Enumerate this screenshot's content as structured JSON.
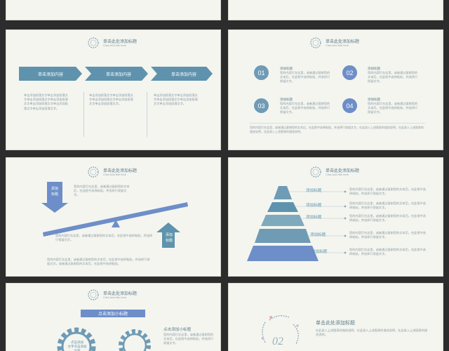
{
  "header": {
    "title": "单击此处添加标题",
    "subtitle": "Click Add title here"
  },
  "slide3": {
    "arrows": [
      "单击添加内容",
      "单击添加内容",
      "单击添加内容"
    ],
    "cols": [
      "单击添加段落文字单击添加段落文字单击添加段落文字单击添加段落文字单击添加段落文字单击添加段落文字单击添加段落文字。",
      "单击添加段落文字单击添加段落文字单击添加段落文字单击添加段落文字单击添加段落文字。",
      "单击添加段落文字单击添加段落文字单击添加段落文字单击添加段落文字单击添加段落文字。"
    ]
  },
  "slide4": {
    "items": [
      {
        "num": "01",
        "title": "添加标题",
        "text": "您的内容打在这里，或者通过复制您的文本后，在此框中选择粘贴，并选择只保留文字。"
      },
      {
        "num": "02",
        "title": "添加标题",
        "text": "您的内容打在这里，或者通过复制您的文本后，在此框中选择粘贴，并选择只保留文字。"
      },
      {
        "num": "03",
        "title": "添加标题",
        "text": "您的内容打在这里，或者通过复制您的文本后，在此框中选择粘贴，并选择只保留文字。"
      },
      {
        "num": "04",
        "title": "添加标题",
        "text": "您的内容打在这里，或者通过复制您的文本后，在此框中选择粘贴，并选择只保留文字。"
      }
    ],
    "footer": "您的内容打在这里，或者通过复制您的文本后，在此框中选择粘贴，并选择只保留文字。在此录入上述图表的描述说明，在此录入上述图表的描述说明，在此录入上述图表的描述说明。"
  },
  "slide5": {
    "label_down": "添加标题",
    "label_up": "添加标题",
    "text_top": "您的内容打在这里，或者通过复制您的文本后，在此框中选择粘贴，并选择只保留文字。",
    "text_mid": "您的内容打在这里，或者通过复制您的文本后，在此框中选择粘贴，并选择只保留文字。",
    "text_bottom": "您的内容打在这里，或者通过复制您的文本后，在此框中选择粘贴，并选择只保留文字。或者通过复制您的文本后，在此框中选择粘贴。"
  },
  "slide6": {
    "items": [
      {
        "title": "添加标题",
        "text": "您的内容打在这里，或者通过复制您的文本后，在此框中选择粘贴，并选择只保留文字。"
      },
      {
        "title": "添加标题",
        "text": "您的内容打在这里，或者通过复制您的文本后，在此框中选择粘贴，并选择只保留文字。"
      },
      {
        "title": "添加标题",
        "text": "您的内容打在这里，或者通过复制您的文本后，在此框中选择粘贴，并选择只保留文字。"
      },
      {
        "title": "添加标题",
        "text": "您的内容打在这里，或者通过复制您的文本后，在此框中选择粘贴，并选择只保留文字。"
      },
      {
        "title": "添加标题",
        "text": "您的内容打在这里，或者通过复制您的文本后，在此框中选择粘贴，并选择只保留文字。"
      }
    ]
  },
  "slide7": {
    "badge": "点击添加小标题",
    "gear1": "点击添加\n文字点击添加\n文字",
    "side_title": "点击添加小标题",
    "side_text": "您的内容打在这里，或者通过复制您的文本后，在此框中选择粘贴，并选择只保留文字。"
  },
  "slide8": {
    "number": "02",
    "title": "单击此处添加标题",
    "text": "在此录入上述图表的描述说明，在此录入上述图表的描述说明，在此录入上述图表的描述说明。"
  },
  "colors": {
    "teal": "#5f93ad",
    "blue": "#6d8ec9",
    "light": "#a9c8d6",
    "bg": "#f4f5ef"
  }
}
